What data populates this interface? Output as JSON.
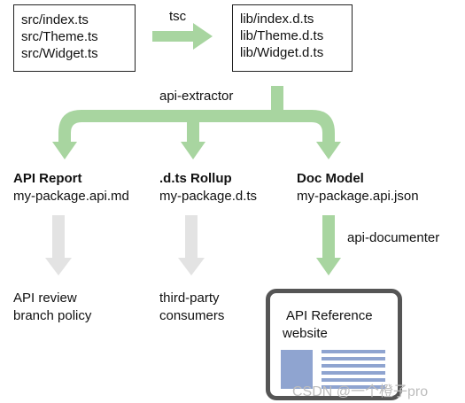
{
  "sources": [
    "src/index.ts",
    "src/Theme.ts",
    "src/Widget.ts"
  ],
  "outputs": [
    "lib/index.d.ts",
    "lib/Theme.d.ts",
    "lib/Widget.d.ts"
  ],
  "steps": {
    "tsc": "tsc",
    "api_extractor": "api-extractor",
    "api_documenter": "api-documenter"
  },
  "artifacts": [
    {
      "title": "API Report",
      "file": "my-package.api.md"
    },
    {
      "title": ".d.ts Rollup",
      "file": "my-package.d.ts"
    },
    {
      "title": "Doc Model",
      "file": "my-package.api.json"
    }
  ],
  "consumers": [
    {
      "line1": "API review",
      "line2": "branch policy"
    },
    {
      "line1": "third-party",
      "line2": "consumers"
    }
  ],
  "website": {
    "line1": "API Reference",
    "line2": "website"
  },
  "watermark": "CSDN @一个橙子pro",
  "colors": {
    "active_arrow": "#a8d5a0",
    "inactive_arrow": "#e3e3e3",
    "doc_block": "#8fa4d0"
  }
}
